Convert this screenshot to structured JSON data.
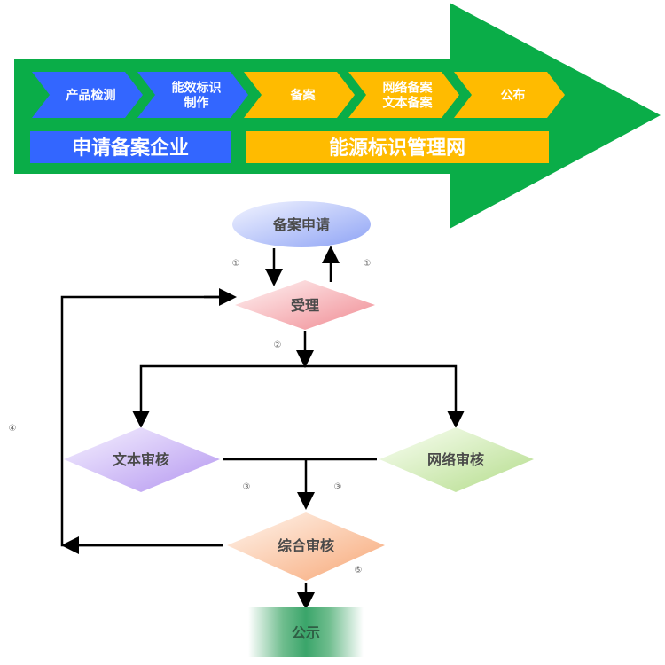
{
  "top_banner": {
    "steps": [
      {
        "lines": [
          "产品检测"
        ],
        "color": "#3366ff"
      },
      {
        "lines": [
          "能效标识",
          "制作"
        ],
        "color": "#3366ff"
      },
      {
        "lines": [
          "备案"
        ],
        "color": "#ffbb00"
      },
      {
        "lines": [
          "网络备案",
          "文本备案"
        ],
        "color": "#ffbb00"
      },
      {
        "lines": [
          "公布"
        ],
        "color": "#ffbb00"
      }
    ],
    "left_group": {
      "label": "申请备案企业",
      "color": "#3366ff"
    },
    "right_group": {
      "label": "能源标识管理网",
      "color": "#ffbb00"
    },
    "arrow_color": "#0aad48"
  },
  "flowchart": {
    "nodes": {
      "apply": "备案申请",
      "accept": "受理",
      "text_review": "文本审核",
      "network_review": "网络审核",
      "comprehensive_review": "综合审核",
      "publish": "公示"
    },
    "step_numbers": {
      "one_left": "①",
      "one_right": "①",
      "two": "②",
      "three_left": "③",
      "three_right": "③",
      "four": "④",
      "five": "⑤"
    }
  }
}
